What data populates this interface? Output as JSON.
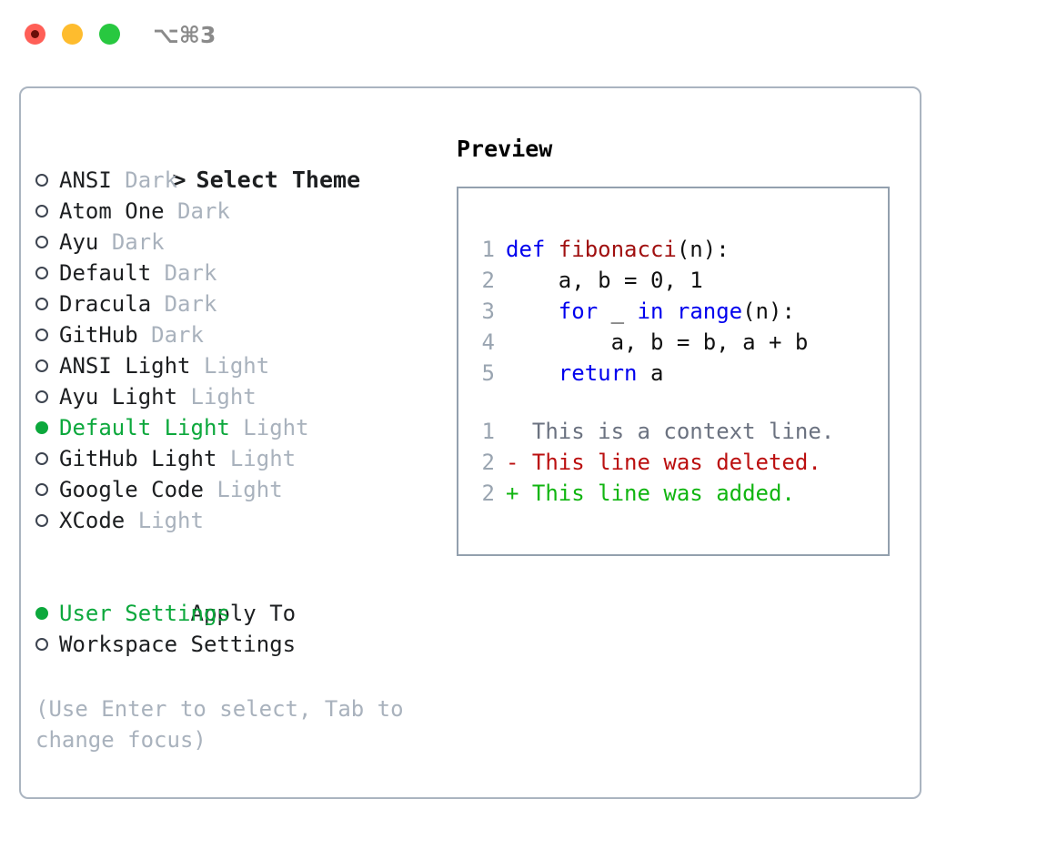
{
  "window": {
    "shortcut_title": "⌥⌘3",
    "traffic_lights": [
      {
        "name": "close",
        "color": "#FF5F57"
      },
      {
        "name": "minimize",
        "color": "#FEBC2E"
      },
      {
        "name": "zoom",
        "color": "#28C840"
      }
    ]
  },
  "colors": {
    "selected_green": "#0CA83C",
    "tag_gray": "#a9b2bd",
    "keyword_blue": "#0000EE",
    "function_red": "#A01010",
    "diff_added": "#11B511",
    "diff_deleted": "#BB1010",
    "panel_border": "#aab4c0",
    "preview_border": "#93a0ae"
  },
  "theme_list": {
    "header_marker": ">",
    "header_label": "Select Theme",
    "items": [
      {
        "marker": "○",
        "selected": false,
        "label": "ANSI",
        "tag": "Dark"
      },
      {
        "marker": "○",
        "selected": false,
        "label": "Atom One",
        "tag": "Dark"
      },
      {
        "marker": "○",
        "selected": false,
        "label": "Ayu",
        "tag": "Dark"
      },
      {
        "marker": "○",
        "selected": false,
        "label": "Default",
        "tag": "Dark"
      },
      {
        "marker": "○",
        "selected": false,
        "label": "Dracula",
        "tag": "Dark"
      },
      {
        "marker": "○",
        "selected": false,
        "label": "GitHub",
        "tag": "Dark"
      },
      {
        "marker": "○",
        "selected": false,
        "label": "ANSI Light",
        "tag": "Light"
      },
      {
        "marker": "○",
        "selected": false,
        "label": "Ayu Light",
        "tag": "Light"
      },
      {
        "marker": "●",
        "selected": true,
        "label": "Default Light",
        "tag": "Light"
      },
      {
        "marker": "○",
        "selected": false,
        "label": "GitHub Light",
        "tag": "Light"
      },
      {
        "marker": "○",
        "selected": false,
        "label": "Google Code",
        "tag": "Light"
      },
      {
        "marker": "○",
        "selected": false,
        "label": "XCode",
        "tag": "Light"
      }
    ]
  },
  "apply_to": {
    "header_label": "Apply To",
    "items": [
      {
        "marker": "●",
        "selected": true,
        "label": "User Settings"
      },
      {
        "marker": "○",
        "selected": false,
        "label": "Workspace Settings"
      }
    ]
  },
  "hint": "(Use Enter to select, Tab to change focus)",
  "preview": {
    "title": "Preview",
    "code_lines": [
      {
        "no": "1",
        "tokens": [
          {
            "t": "def ",
            "c": "kw"
          },
          {
            "t": "fibonacci",
            "c": "fn"
          },
          {
            "t": "(n):",
            "c": "txt"
          }
        ]
      },
      {
        "no": "2",
        "tokens": [
          {
            "t": "    a, b = 0, 1",
            "c": "txt"
          }
        ]
      },
      {
        "no": "3",
        "tokens": [
          {
            "t": "    ",
            "c": "txt"
          },
          {
            "t": "for",
            "c": "kw"
          },
          {
            "t": " _ ",
            "c": "txt"
          },
          {
            "t": "in range",
            "c": "kw"
          },
          {
            "t": "(n):",
            "c": "txt"
          }
        ]
      },
      {
        "no": "4",
        "tokens": [
          {
            "t": "        a, b = b, a + b",
            "c": "txt"
          }
        ]
      },
      {
        "no": "5",
        "tokens": [
          {
            "t": "    ",
            "c": "txt"
          },
          {
            "t": "return",
            "c": "kw"
          },
          {
            "t": " a",
            "c": "txt"
          }
        ]
      }
    ],
    "diff_lines": [
      {
        "no": "1",
        "prefix": "  ",
        "text": "This is a context line.",
        "kind": "ctx"
      },
      {
        "no": "2",
        "prefix": "- ",
        "text": "This line was deleted.",
        "kind": "del"
      },
      {
        "no": "2",
        "prefix": "+ ",
        "text": "This line was added.",
        "kind": "add"
      }
    ]
  }
}
